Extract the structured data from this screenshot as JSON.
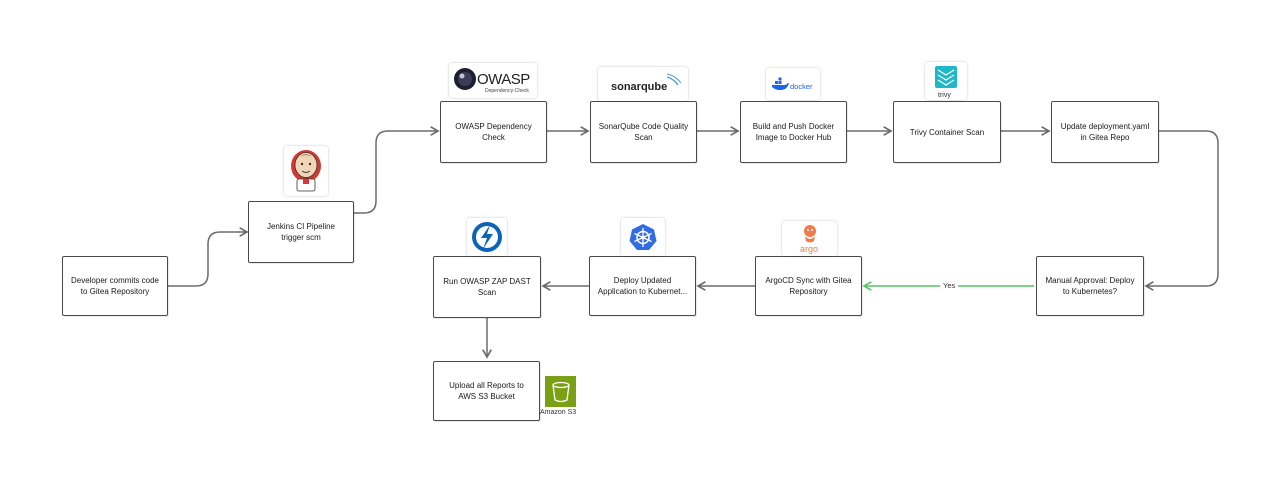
{
  "nodes": {
    "developer": "Developer commits code\nto Gitea Repository",
    "jenkins": "Jenkins CI Pipeline\ntrigger scm",
    "owasp_dc": "OWASP Dependency\nCheck",
    "sonarqube": "SonarQube Code Quality\nScan",
    "docker": "Build and Push Docker\nImage to Docker Hub",
    "trivy": "Trivy Container Scan",
    "update_yaml": "Update deployment.yaml\nin Gitea Repo",
    "approval": "Manual Approval: Deploy\nto Kubernetes?",
    "argocd": "ArgoCD Sync with Gitea\nRepository",
    "deploy": "Deploy Updated\nApplication to Kubernet...",
    "zap": "Run OWASP ZAP DAST\nScan",
    "upload": "Upload all Reports to\nAWS S3 Bucket"
  },
  "edge_labels": {
    "yes": "Yes"
  },
  "logos": {
    "owasp_word": "OWASP",
    "owasp_sub": "Dependency-Check",
    "sonarqube_word": "sonarqube",
    "docker_word": "docker",
    "trivy_word": "trivy",
    "argo_word": "argo",
    "s3_caption": "Amazon S3"
  },
  "icons": [
    "jenkins-icon",
    "owasp-dependency-check-icon",
    "sonarqube-icon",
    "docker-icon",
    "trivy-icon",
    "argo-icon",
    "kubernetes-icon",
    "owasp-zap-icon",
    "amazon-s3-icon"
  ],
  "colors": {
    "connector": "#6b6b6b",
    "yes_connector": "#56c662",
    "docker_blue": "#1d63ed",
    "kubernetes_blue": "#326ce5",
    "argo_orange": "#ef7b4d",
    "s3_green": "#7aa116",
    "zap_blue": "#0d63b6"
  }
}
